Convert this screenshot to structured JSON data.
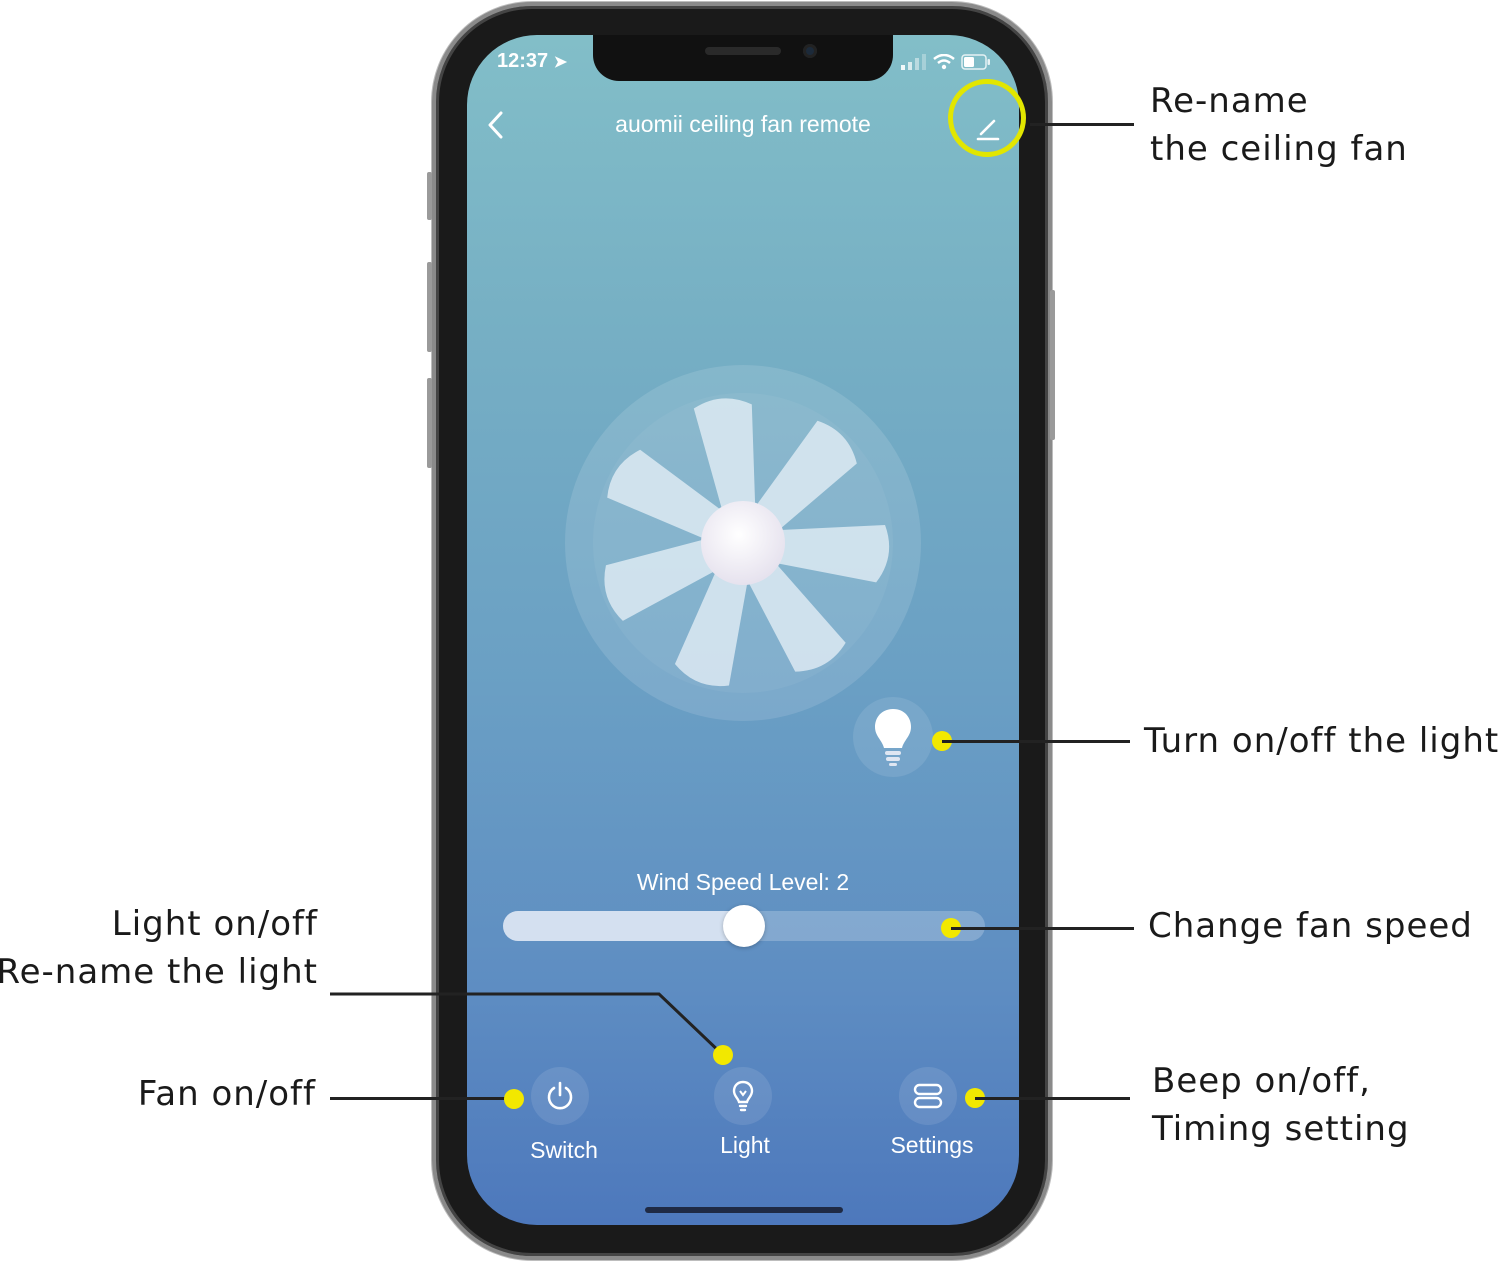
{
  "status_bar": {
    "time": "12:37"
  },
  "header": {
    "title": "auomii ceiling fan remote"
  },
  "fan": {
    "blade_count": 7
  },
  "speed": {
    "label": "Wind Speed Level: 2",
    "fraction": 0.5
  },
  "nav": {
    "switch_label": "Switch",
    "light_label": "Light",
    "settings_label": "Settings"
  },
  "annotations": {
    "rename_fan_line1": "Re-name",
    "rename_fan_line2": "the ceiling fan",
    "toggle_light": "Turn on/off the light",
    "change_speed": "Change fan speed",
    "light_on_off": "Light on/off",
    "rename_light": "Re-name the light",
    "fan_on_off": "Fan on/off",
    "beep_line1": "Beep on/off,",
    "beep_line2": "Timing setting"
  },
  "colors": {
    "highlight_ring": "#e2e600",
    "annotation_dot": "#f2e800",
    "screen_top": "#82bec8",
    "screen_bottom": "#4d78bc"
  }
}
